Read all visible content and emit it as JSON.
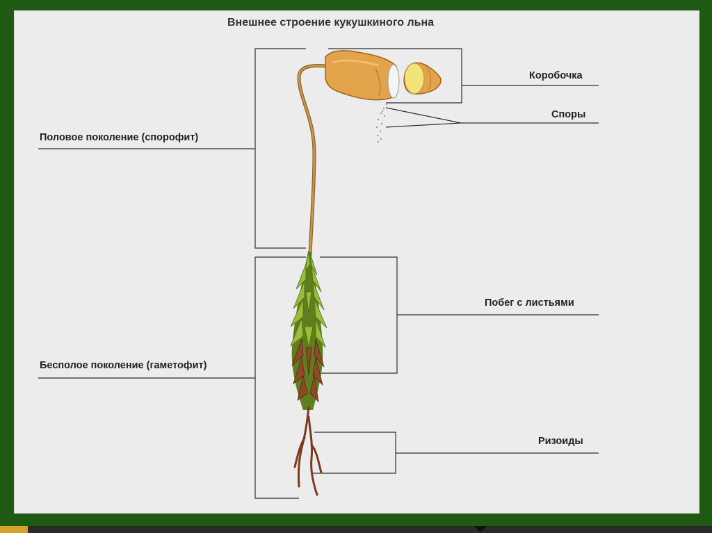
{
  "title": "Внешнее строение кукушкиного льна",
  "labels": {
    "sporophyte": "Половое поколение (спорофит)",
    "gametophyte": "Бесполое поколение (гаметофит)",
    "capsule": "Коробочка",
    "spores": "Споры",
    "leafy_shoot": "Побег с листьями",
    "rhizoids": "Ризоиды"
  },
  "colors": {
    "frame": "#1f5a12",
    "panel": "#ececec",
    "capsule": "#e6a64a",
    "stalk": "#b98a3c",
    "leaves_green": "#7aa12a",
    "leaves_brown": "#8a3f24"
  }
}
